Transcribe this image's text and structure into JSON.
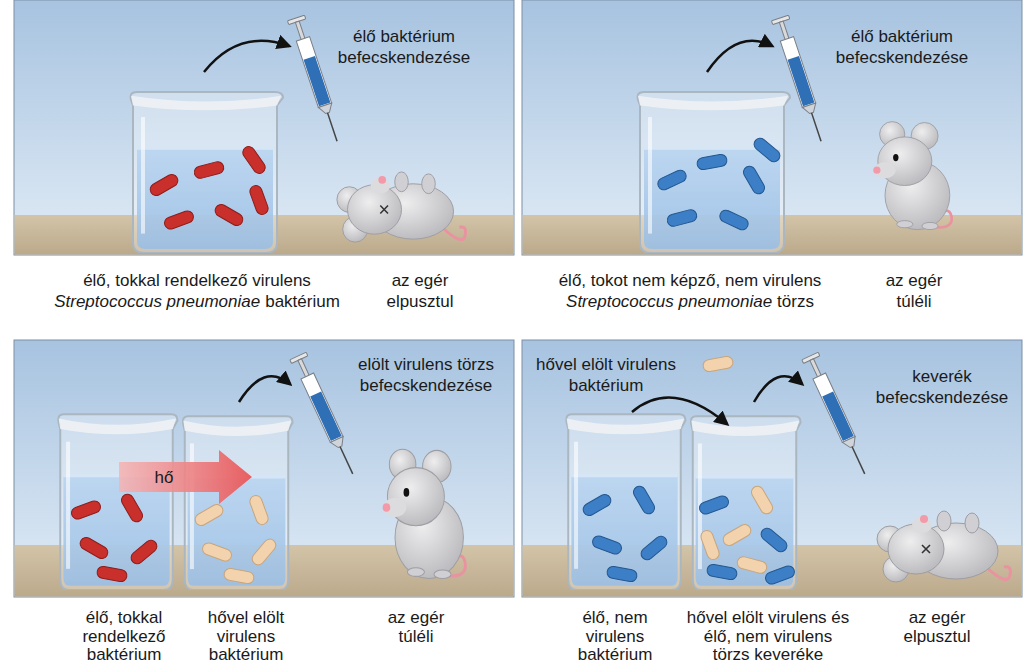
{
  "diagram": {
    "nodes": [
      {
        "text": [
          "élő baktérium befecskendezése"
        ]
      },
      {
        "text": [
          "élő baktérium befecskendezése"
        ]
      },
      {
        "text": [
          "hő",
          "elölt virulens törzs befecskendezése"
        ]
      },
      {
        "text": [
          "hővel elölt virulens baktérium",
          "keverék befecskendezése"
        ]
      }
    ],
    "labels": [
      "élő, tokkal rendelkező virulens",
      "Streptococcus pneumoniae",
      "baktérium",
      "az egér elpusztul",
      "élő, tokot nem képző, nem virulens",
      "Streptococcus pneumoniae",
      "törzs",
      "az egér túléli",
      "élő, tokkal rendelkező baktérium",
      "hővel elölt virulens baktérium",
      "az egér túléli",
      "élő, nem virulens baktérium",
      "hővel elölt virulens és élő, nem virulens törzs keveréke",
      "az egér elpusztul"
    ]
  }
}
